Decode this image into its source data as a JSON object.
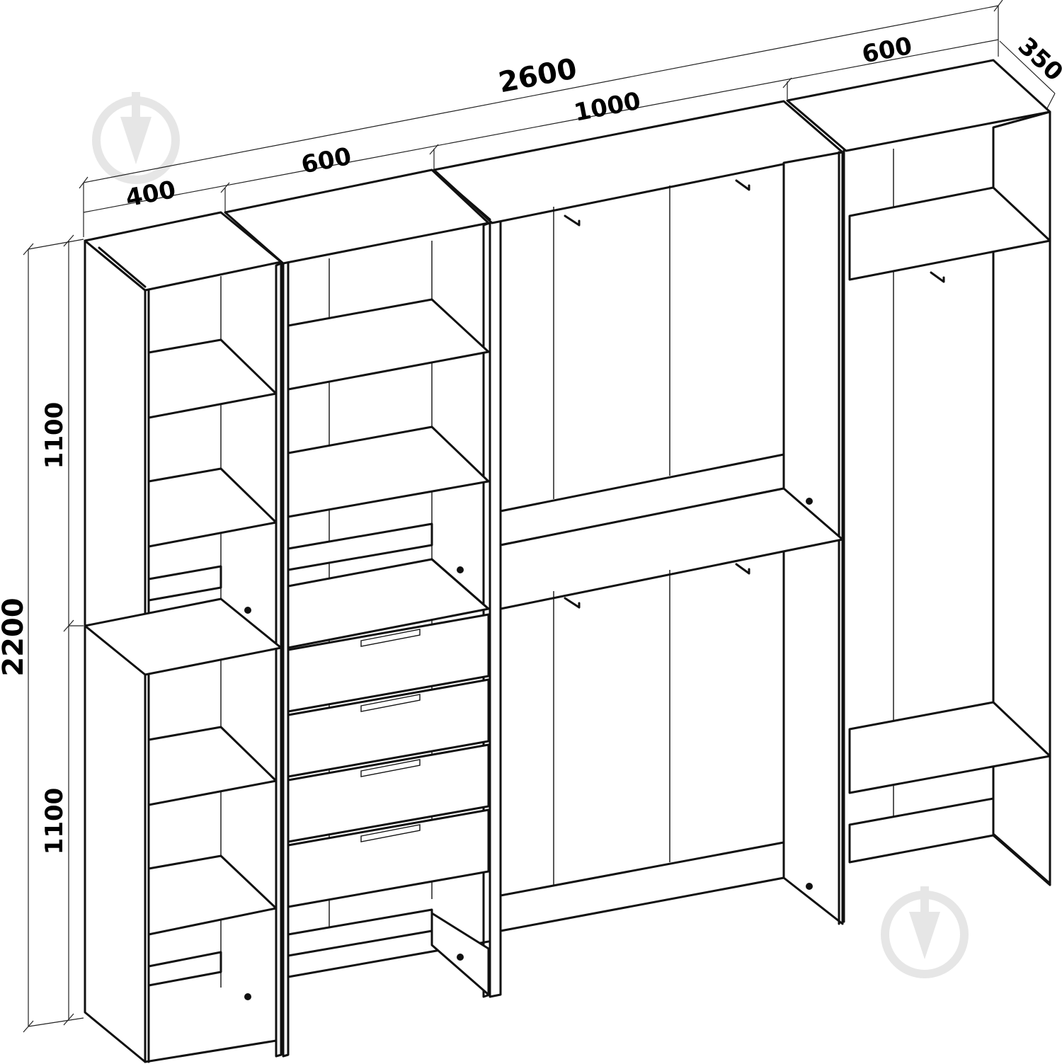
{
  "diagram": {
    "dimensions": {
      "total_width": "2600",
      "section_400": "400",
      "section_600_left": "600",
      "section_1000": "1000",
      "section_600_right": "600",
      "depth": "350",
      "total_height": "2200",
      "upper_height": "1100",
      "lower_height": "1100"
    },
    "sections": [
      {
        "name": "narrow-shelving",
        "width": 400,
        "content": "open shelves"
      },
      {
        "name": "shelving-with-drawers",
        "width": 600,
        "content": "shelves and 4 drawers"
      },
      {
        "name": "double-hanging",
        "width": 1000,
        "content": "two hanging rails with shelf"
      },
      {
        "name": "hanging-with-top-shelf",
        "width": 600,
        "content": "top shelf, hanging rail, bottom shelf"
      }
    ],
    "colors": {
      "line": "#111111",
      "watermark": "#e6e6e6",
      "background": "#ffffff"
    }
  }
}
